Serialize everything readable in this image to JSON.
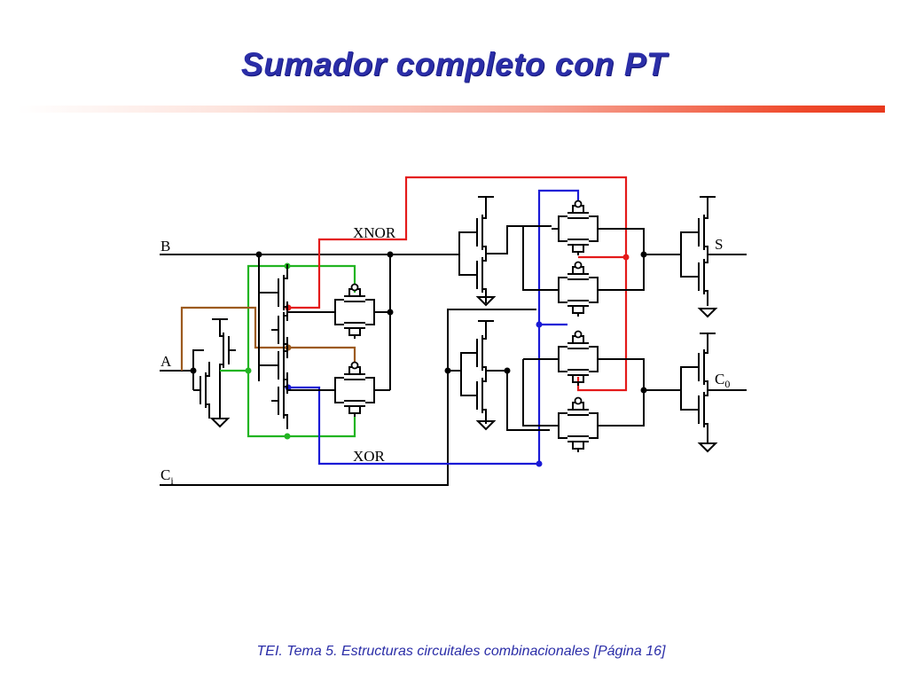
{
  "slide": {
    "title": "Sumador completo con PT",
    "footer": "TEI. Tema 5. Estructuras circuitales combinacionales [Página 16]"
  },
  "diagram": {
    "signals": {
      "b": "B",
      "a": "A",
      "ci_main": "C",
      "ci_sub": "i",
      "xnor": "XNOR",
      "xor": "XOR",
      "s": "S",
      "co_main": "C",
      "co_sub": "0"
    },
    "colors": {
      "wire": "#000000",
      "xnor_net": "#e41a1a",
      "xor_net": "#1a1ad6",
      "a_net": "#22b422",
      "a_inv_net": "#9c5a1e",
      "title": "#2b2ea8",
      "rule_accent": "#e8391d"
    }
  }
}
